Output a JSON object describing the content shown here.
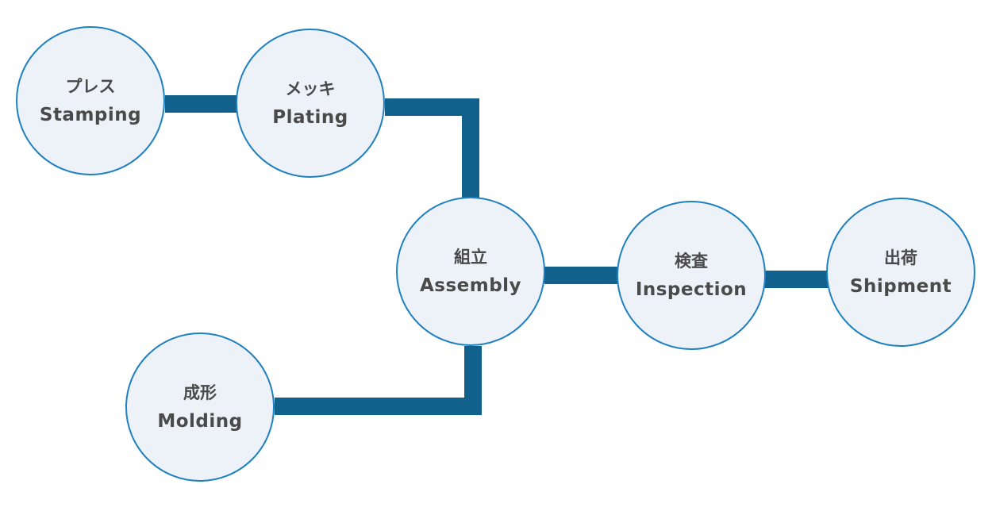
{
  "colors": {
    "connector": "#12608c",
    "node_fill": "#edf2f9",
    "node_border": "#1f80c0",
    "text": "#4a4a4a"
  },
  "nodes": {
    "stamping": {
      "jp": "プレス",
      "en": "Stamping"
    },
    "plating": {
      "jp": "メッキ",
      "en": "Plating"
    },
    "assembly": {
      "jp": "組立",
      "en": "Assembly"
    },
    "inspection": {
      "jp": "検査",
      "en": "Inspection"
    },
    "shipment": {
      "jp": "出荷",
      "en": "Shipment"
    },
    "molding": {
      "jp": "成形",
      "en": "Molding"
    }
  },
  "edges": [
    {
      "from": "stamping",
      "to": "plating"
    },
    {
      "from": "plating",
      "to": "assembly"
    },
    {
      "from": "molding",
      "to": "assembly"
    },
    {
      "from": "assembly",
      "to": "inspection"
    },
    {
      "from": "inspection",
      "to": "shipment"
    }
  ]
}
